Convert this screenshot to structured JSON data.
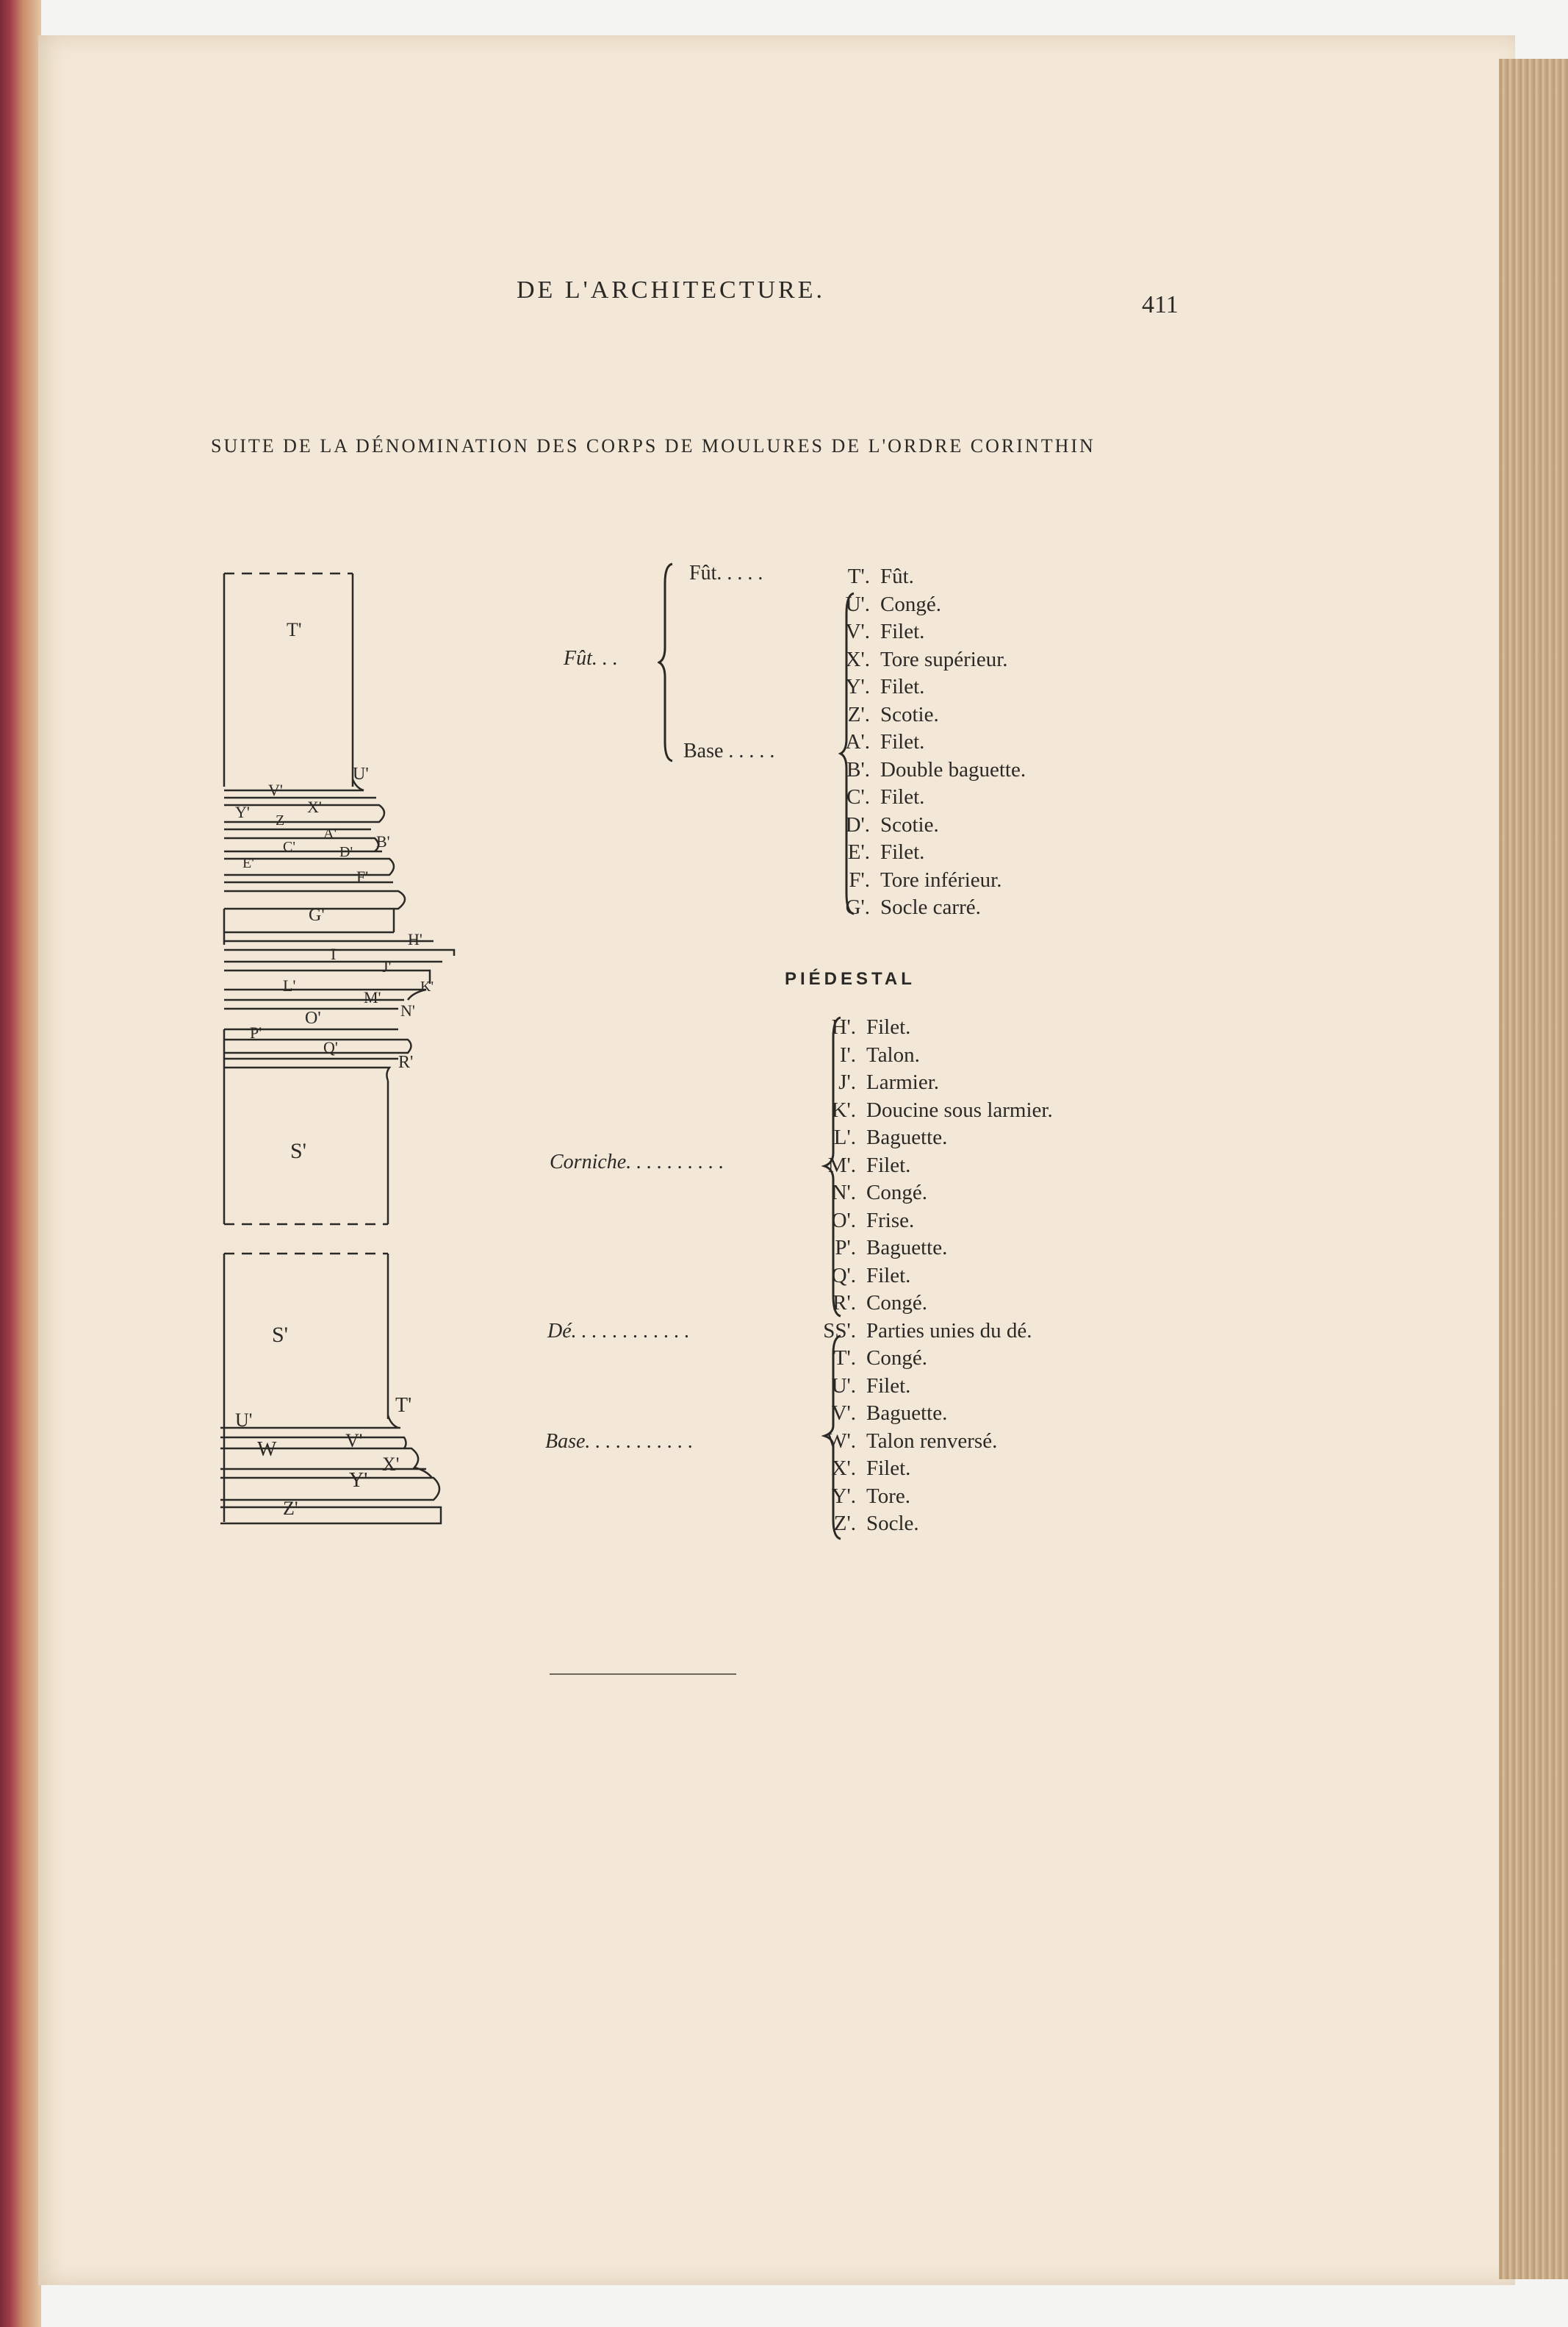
{
  "header": {
    "running_title": "DE L'ARCHITECTURE.",
    "page_number": "411"
  },
  "title": "SUITE DE LA DÉNOMINATION DES CORPS DE MOULURES DE L'ORDRE CORINTHIN",
  "figure_labels": {
    "shaft": [
      "T'",
      "U'",
      "V'",
      "X'",
      "Y'",
      "Z",
      "A'",
      "C'",
      "D'",
      "B'",
      "E'",
      "F'",
      "G'"
    ],
    "pedestal": [
      "H'",
      "I",
      "J'",
      "K'",
      "L'",
      "M'",
      "N'",
      "O'",
      "P'",
      "Q'",
      "R'",
      "S'"
    ],
    "base": [
      "S'",
      "T'",
      "U'",
      "W",
      "V'",
      "X'",
      "Y'",
      "Z'"
    ]
  },
  "fut_section": {
    "group_label": "Fût. . .",
    "sub_fut_label": "Fût. . . . .",
    "sub_base_label": "Base . . . . .",
    "entries": [
      {
        "code": "T'.",
        "name": "Fût."
      },
      {
        "code": "U'.",
        "name": "Congé."
      },
      {
        "code": "V'.",
        "name": "Filet."
      },
      {
        "code": "X'.",
        "name": "Tore supérieur."
      },
      {
        "code": "Y'.",
        "name": "Filet."
      },
      {
        "code": "Z'.",
        "name": "Scotie."
      },
      {
        "code": "A'.",
        "name": "Filet."
      },
      {
        "code": "B'.",
        "name": "Double baguette."
      },
      {
        "code": "C'.",
        "name": "Filet."
      },
      {
        "code": "D'.",
        "name": "Scotie."
      },
      {
        "code": "E'.",
        "name": "Filet."
      },
      {
        "code": "F'.",
        "name": "Tore inférieur."
      },
      {
        "code": "G'.",
        "name": "Socle carré."
      }
    ]
  },
  "piedestal_section": {
    "heading": "PIÉDESTAL",
    "corniche_label": "Corniche. . . . . . . . . .",
    "de_label": "Dé. . . . . . . . . . . .",
    "base_label": "Base. . . . . . . . . . .",
    "entries": [
      {
        "code": "H'.",
        "name": "Filet."
      },
      {
        "code": "I'.",
        "name": "Talon."
      },
      {
        "code": "J'.",
        "name": "Larmier."
      },
      {
        "code": "K'.",
        "name": "Doucine sous larmier."
      },
      {
        "code": "L'.",
        "name": "Baguette."
      },
      {
        "code": "M'.",
        "name": "Filet."
      },
      {
        "code": "N'.",
        "name": "Congé."
      },
      {
        "code": "O'.",
        "name": "Frise."
      },
      {
        "code": "P'.",
        "name": "Baguette."
      },
      {
        "code": "Q'.",
        "name": "Filet."
      },
      {
        "code": "R'.",
        "name": "Congé."
      },
      {
        "code": "SS'.",
        "name": "Parties unies du dé."
      },
      {
        "code": "T'.",
        "name": "Congé."
      },
      {
        "code": "U'.",
        "name": "Filet."
      },
      {
        "code": "V'.",
        "name": "Baguette."
      },
      {
        "code": "W'.",
        "name": "Talon renversé."
      },
      {
        "code": "X'.",
        "name": "Filet."
      },
      {
        "code": "Y'.",
        "name": "Tore."
      },
      {
        "code": "Z'.",
        "name": "Socle."
      }
    ]
  }
}
